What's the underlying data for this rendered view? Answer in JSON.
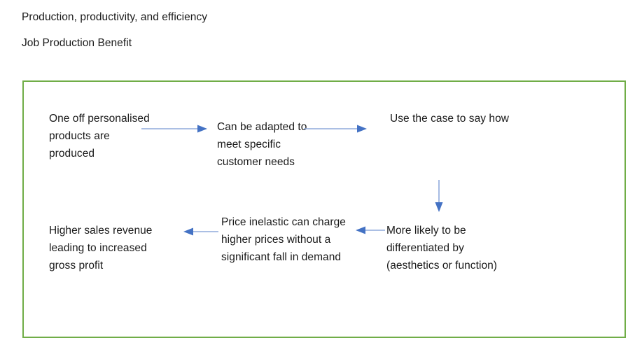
{
  "document": {
    "heading_primary": "Production, productivity, and efficiency",
    "heading_secondary": "Job Production Benefit"
  },
  "diagram": {
    "border_color": "#70AD47",
    "arrow_shaft_color": "#8faadc",
    "arrow_head_color": "#4472c4",
    "text_color": "#1a1a1a",
    "nodes": [
      {
        "id": "one-off",
        "lines": [
          "One off personalised",
          "products are",
          "produced"
        ]
      },
      {
        "id": "adapted",
        "lines": [
          "Can be adapted to",
          "meet specific",
          "customer needs"
        ]
      },
      {
        "id": "use-case",
        "lines": [
          "Use the case to say how"
        ]
      },
      {
        "id": "differentiated",
        "lines": [
          "More likely to be",
          "differentiated by",
          "(aesthetics or function)"
        ]
      },
      {
        "id": "price-inelastic",
        "lines": [
          "Price inelastic can charge",
          "higher prices without a",
          "significant fall in demand"
        ]
      },
      {
        "id": "higher-sales",
        "lines": [
          "Higher sales revenue",
          "leading to increased",
          "gross profit"
        ]
      }
    ],
    "arrows": [
      {
        "id": "one-off-to-adapted",
        "direction": "right"
      },
      {
        "id": "adapted-to-use-case",
        "direction": "right"
      },
      {
        "id": "use-case-to-diff",
        "direction": "down"
      },
      {
        "id": "diff-to-price",
        "direction": "left"
      },
      {
        "id": "price-to-higher",
        "direction": "left"
      }
    ]
  }
}
